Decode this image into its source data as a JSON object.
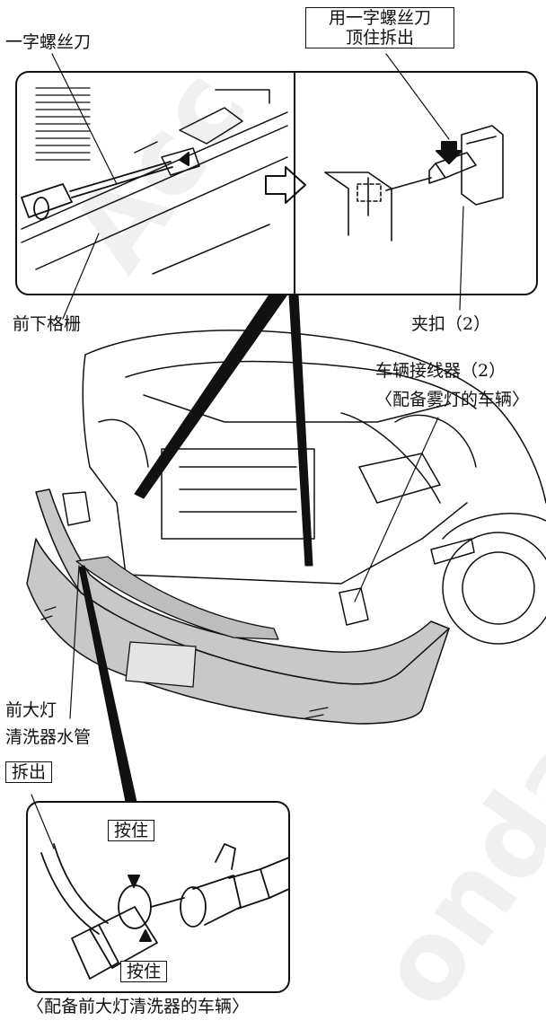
{
  "labels": {
    "flathead_screwdriver": "一字螺丝刀",
    "callout_push_line1": "用一字螺丝刀",
    "callout_push_line2": "顶住拆出",
    "lower_grille": "前下格栅",
    "clip": "夹扣（2）",
    "connector_line1": "车辆接线器（2）",
    "connector_line2": "〈配备雾灯的车辆〉",
    "washer_hose_line1": "前大灯",
    "washer_hose_line2": "清洗器水管",
    "remove": "拆出",
    "press_top": "按住",
    "press_bottom": "按住",
    "footer_note": "〈配备前大灯清洗器的车辆〉"
  },
  "watermark": {
    "text_left": "Acc",
    "text_right": "onda"
  },
  "colors": {
    "line": "#111111",
    "bumper_fill": "#c8c8c8",
    "background": "#ffffff"
  }
}
